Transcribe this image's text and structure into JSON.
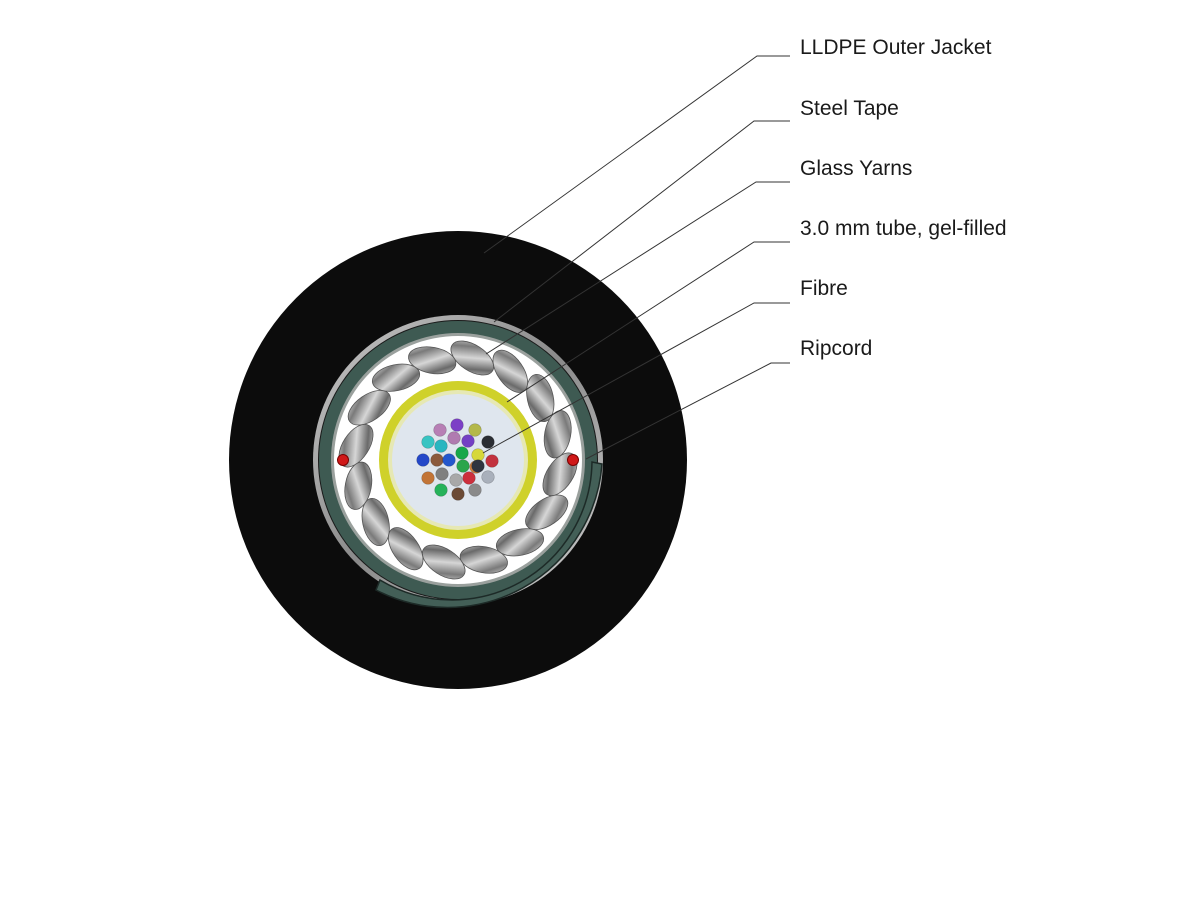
{
  "labels": [
    {
      "text": "LLDPE Outer Jacket"
    },
    {
      "text": "Steel Tape"
    },
    {
      "text": "Glass Yarns"
    },
    {
      "text": "3.0 mm tube, gel-filled"
    },
    {
      "text": "Fibre"
    },
    {
      "text": "Ripcord"
    }
  ],
  "colors": {
    "jacket": "#0c0c0c",
    "steel_tape": "#a8a8a8",
    "armour_green": "#3e5a52",
    "yarn_bg": "#ffffff",
    "yarn_light": "#d8d8d8",
    "yarn_dark": "#6a6a6a",
    "tube": "#cfd12a",
    "gel": "#dfe6ee",
    "ripcord": "#d01818",
    "leader": "#333333"
  },
  "fibre_colors": [
    "#b77fb5",
    "#7c3fc6",
    "#b4b84a",
    "#38c4c2",
    "#b07bb0",
    "#7440c4",
    "#2a2d33",
    "#29b6c0",
    "#17a74a",
    "#d6d83a",
    "#2448c8",
    "#8b5a3c",
    "#2457cc",
    "#2aa54c",
    "#c97d3e",
    "#c2323e",
    "#c27436",
    "#7f7f7f",
    "#a8a8a8",
    "#cc2f3c",
    "#2f3440",
    "#a9b0bb",
    "#26b25a",
    "#6b4a35",
    "#8a8a8a"
  ]
}
